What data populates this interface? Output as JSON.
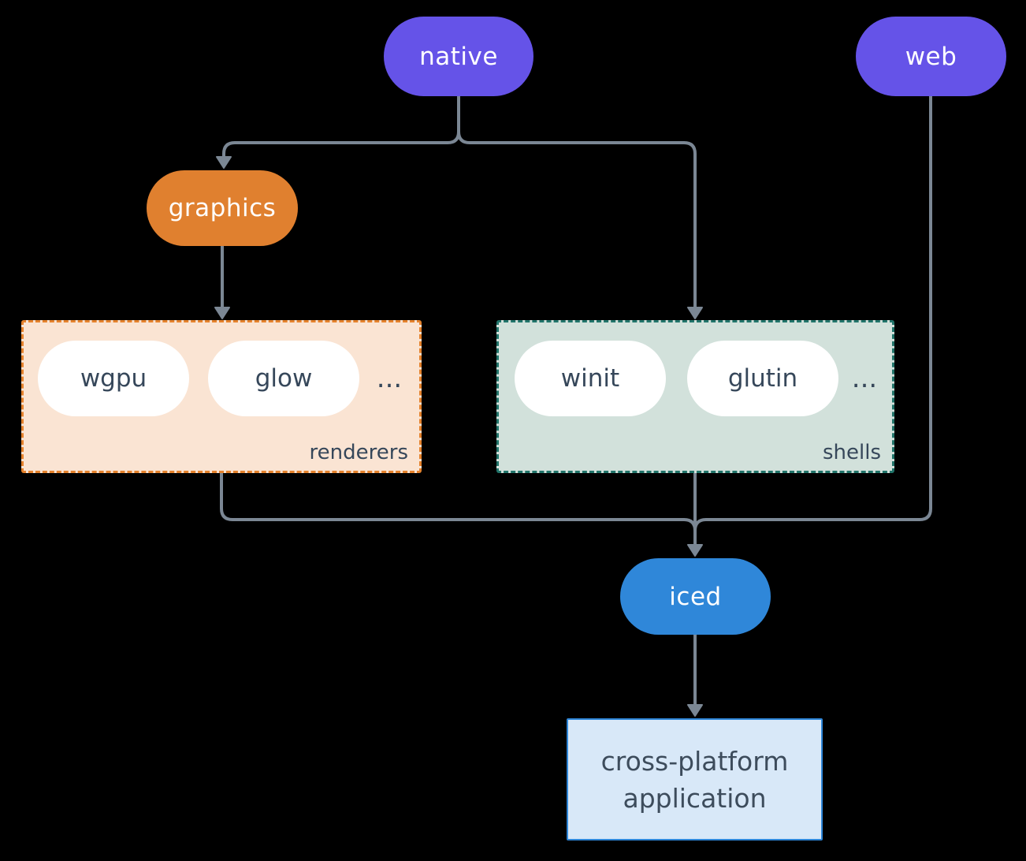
{
  "diagram": {
    "background_color": "#000000",
    "arrow_color": "#7b8794",
    "nodes": {
      "native": {
        "label": "native",
        "bg": "#6553e8",
        "text_color": "#ffffff"
      },
      "web": {
        "label": "web",
        "bg": "#6553e8",
        "text_color": "#ffffff"
      },
      "graphics": {
        "label": "graphics",
        "bg": "#e0802f",
        "text_color": "#ffffff"
      },
      "iced": {
        "label": "iced",
        "bg": "#2f87d9",
        "text_color": "#ffffff"
      },
      "application": {
        "line1": "cross-platform",
        "line2": "application",
        "bg": "#d8e8f8",
        "border": "#2e86d8",
        "text_color": "#3d4c5c"
      }
    },
    "groups": {
      "renderers": {
        "label": "renderers",
        "items": [
          "wgpu",
          "glow"
        ],
        "ellipsis": "...",
        "bg": "#fae4d3",
        "border": "#e5822c",
        "item_text_color": "#36475a"
      },
      "shells": {
        "label": "shells",
        "items": [
          "winit",
          "glutin"
        ],
        "ellipsis": "...",
        "bg": "#d2e1db",
        "border": "#21746a",
        "item_text_color": "#36475a"
      }
    },
    "edges": [
      "native -> graphics",
      "native -> shells",
      "graphics -> renderers",
      "renderers -> iced",
      "shells -> iced",
      "web -> iced",
      "iced -> application"
    ]
  }
}
